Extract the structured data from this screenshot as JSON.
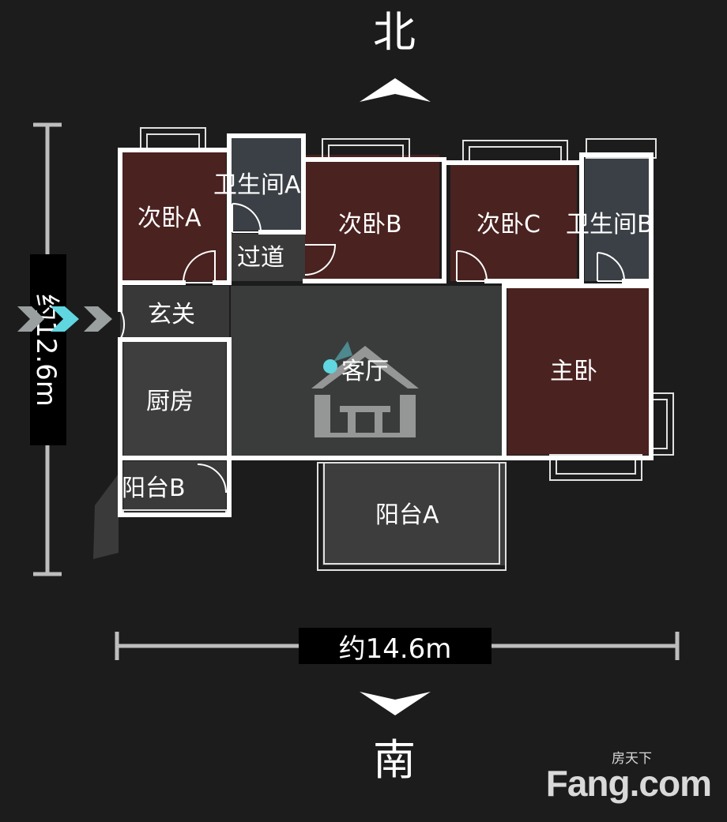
{
  "compass": {
    "north": "北",
    "south": "南"
  },
  "dimensions": {
    "height": "约12.6m",
    "width": "约14.6m"
  },
  "rooms": {
    "bedroom_a": "次卧A",
    "bath_a": "卫生间A",
    "bedroom_b": "次卧B",
    "bedroom_c": "次卧C",
    "bath_b": "卫生间B",
    "corridor": "过道",
    "entrance": "玄关",
    "living": "客厅",
    "master": "主卧",
    "kitchen": "厨房",
    "balcony_b": "阳台B",
    "balcony_a": "阳台A"
  },
  "watermark": {
    "logo_main": "Fang.com",
    "logo_sub": "房天下"
  },
  "colors": {
    "background": "#1c1c1c",
    "bedroom_floor": "#4a2220",
    "other_floor": "#3a3a3a",
    "wall": "#ffffff",
    "entry_marker": "#5fd6e0"
  }
}
